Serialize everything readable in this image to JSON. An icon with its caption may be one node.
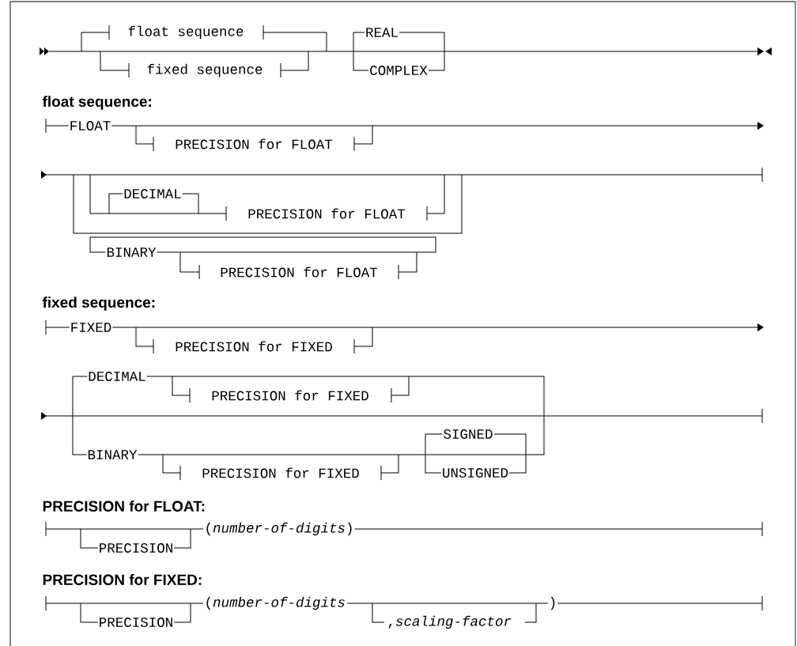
{
  "diagram": {
    "labels": [
      "float sequence",
      "REAL",
      "fixed sequence",
      "COMPLEX",
      "float sequence:",
      "FLOAT",
      "PRECISION for FLOAT",
      "DECIMAL",
      "PRECISION for FLOAT",
      "BINARY",
      "PRECISION for FLOAT",
      "fixed sequence:",
      "FIXED",
      "PRECISION for FIXED",
      "DECIMAL",
      "PRECISION for FIXED",
      "SIGNED",
      "BINARY",
      "PRECISION for FIXED",
      "UNSIGNED",
      "PRECISION for FLOAT:",
      "PRECISION",
      "(*number-of-digits*)",
      "PRECISION for FIXED:",
      "PRECISION",
      "(*number-of-digits*",
      ",*scaling-factor*",
      ")"
    ]
  }
}
